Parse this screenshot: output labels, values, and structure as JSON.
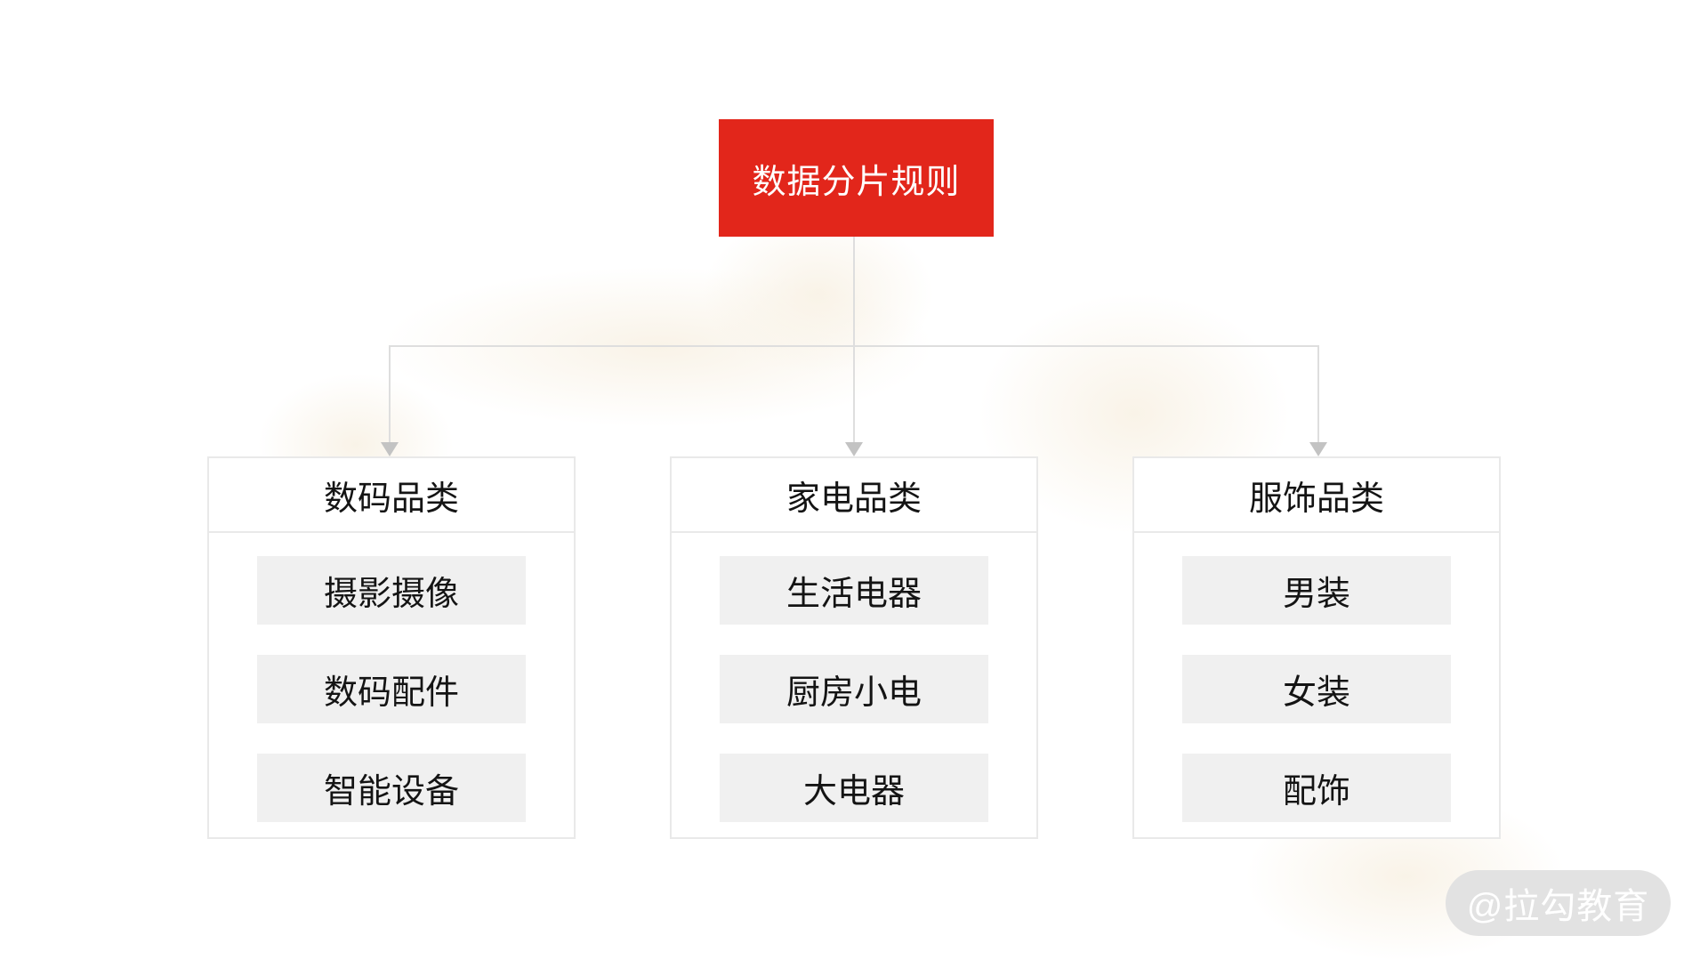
{
  "colors": {
    "accent_red": "#e2261b",
    "item_background": "#f0f0f0",
    "box_border": "#e9e9e9",
    "connector_line": "#dedede",
    "arrowhead": "#c3c3c3",
    "watermark_background": "#e2e2e2",
    "text": "#141414"
  },
  "root_node": {
    "label": "数据分片规则"
  },
  "categories": [
    {
      "title": "数码品类",
      "items": [
        "摄影摄像",
        "数码配件",
        "智能设备"
      ]
    },
    {
      "title": "家电品类",
      "items": [
        "生活电器",
        "厨房小电",
        "大电器"
      ]
    },
    {
      "title": "服饰品类",
      "items": [
        "男装",
        "女装",
        "配饰"
      ]
    }
  ],
  "watermark": {
    "label": "@拉勾教育"
  }
}
